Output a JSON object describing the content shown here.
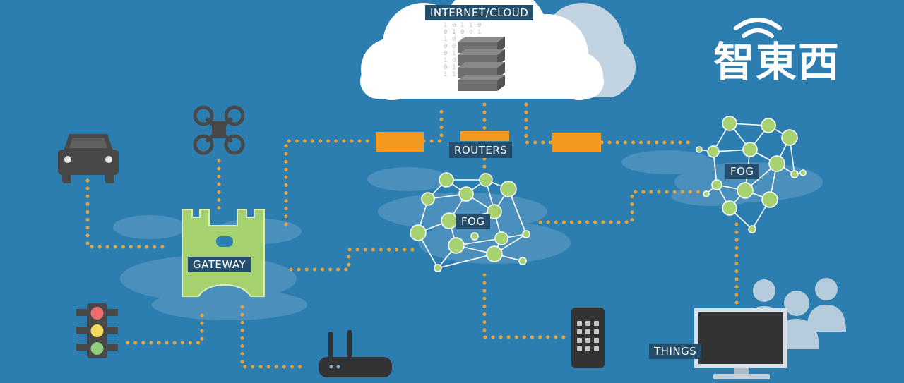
{
  "labels": {
    "internet": "INTERNET/CLOUD",
    "routers": "ROUTERS",
    "fog_center": "FOG",
    "fog_right": "FOG",
    "gateway": "GATEWAY",
    "things": "THINGS"
  },
  "logo": {
    "text": "智東西"
  },
  "binary_columns": [
    "010100101",
    "101001011",
    "010110100",
    "110100111",
    "001011011"
  ],
  "colors": {
    "background": "#2c7eb0",
    "bg_cloud": "#4b8fbc",
    "cloud": "#ffffff",
    "cloud_shadow": "#c2d4e2",
    "connector": "#e8a23a",
    "router": "#f5981f",
    "node": "#a7d272",
    "node_stroke": "#ffffff",
    "label_bg": "#254e6c",
    "device": "#484848",
    "gateway": "#a6d16f"
  },
  "icons": [
    "car-icon",
    "drone-icon",
    "gateway-castle-icon",
    "traffic-light-icon",
    "wifi-router-icon",
    "smartphone-icon",
    "monitor-icon",
    "people-icon",
    "server-stack-icon",
    "wifi-signal-icon"
  ]
}
